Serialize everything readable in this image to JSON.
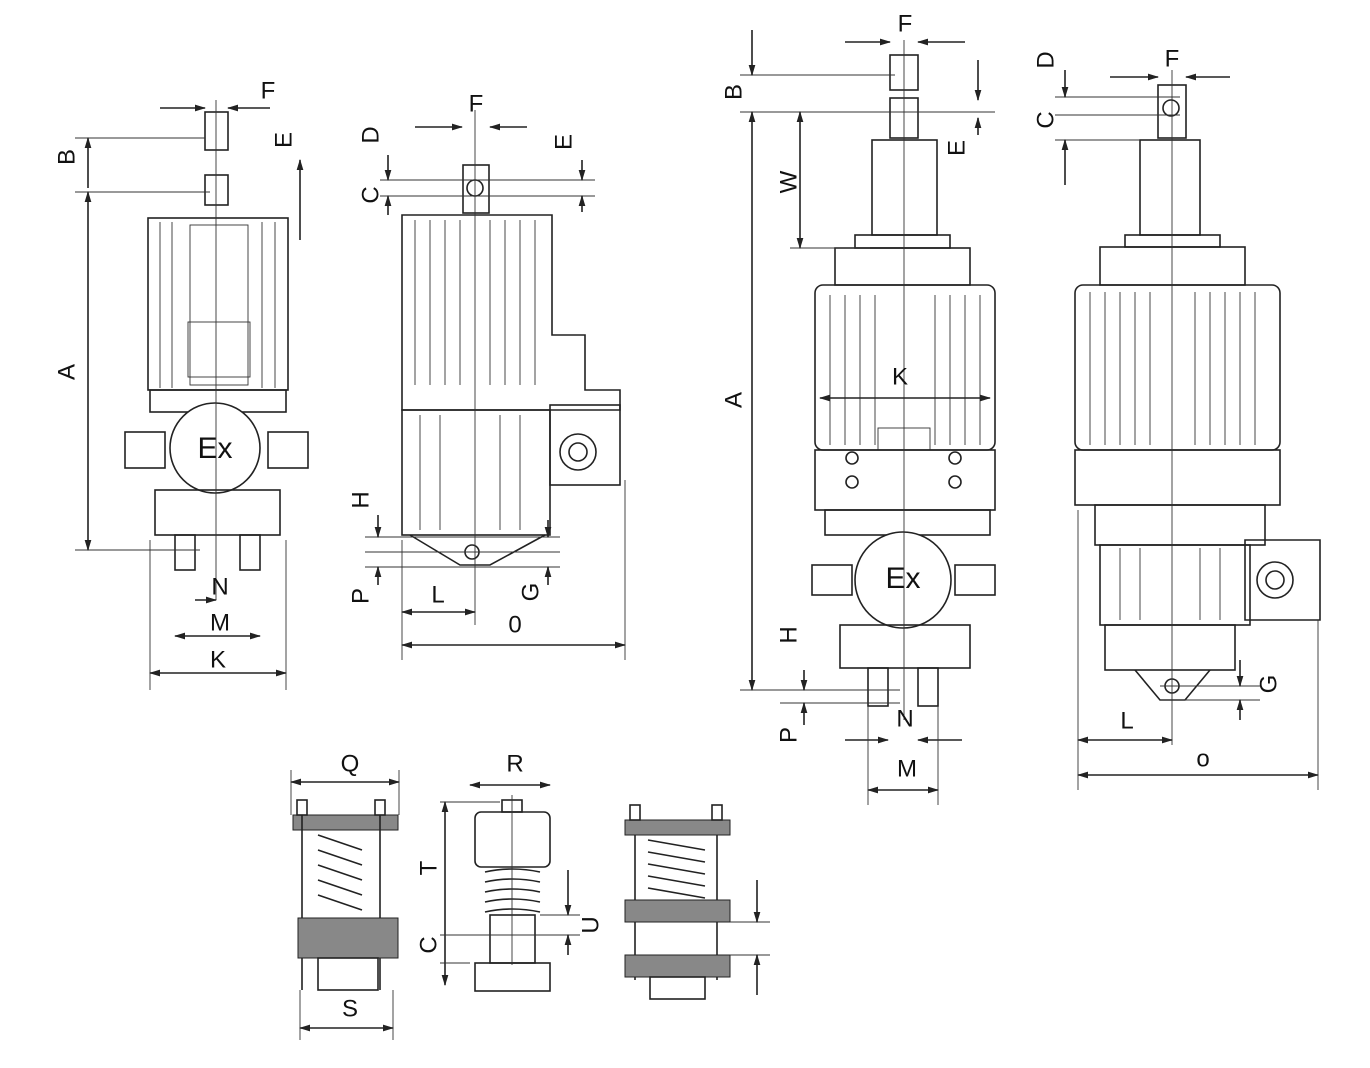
{
  "title": "Explosion-proof electro-hydraulic thruster dimension drawings",
  "drawings": {
    "front_small": {
      "F": "F",
      "B": "B",
      "E": "E",
      "A": "A",
      "N": "N",
      "M": "M",
      "K": "K",
      "mark": "Ex"
    },
    "side_small": {
      "F": "F",
      "D": "D",
      "E": "E",
      "C": "C",
      "H": "H",
      "P": "P",
      "L": "L",
      "G": "G",
      "O": "0"
    },
    "front_large": {
      "F": "F",
      "B": "B",
      "E": "E",
      "W": "W",
      "A": "A",
      "K": "K",
      "H": "H",
      "P": "P",
      "N": "N",
      "M": "M",
      "mark": "Ex"
    },
    "side_large": {
      "D": "D",
      "F": "F",
      "C": "C",
      "L": "L",
      "O": "o",
      "G": "G"
    },
    "spring_units": {
      "Q": "Q",
      "S": "S",
      "R": "R",
      "T": "T",
      "C": "C",
      "U": "U"
    }
  }
}
